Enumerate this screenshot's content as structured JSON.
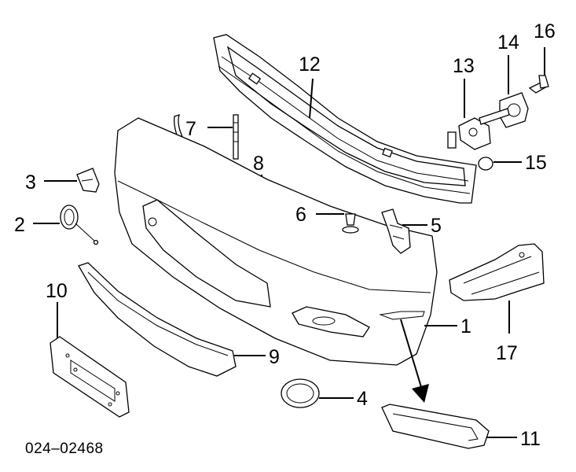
{
  "diagram": {
    "reference_number": "024–02468",
    "callouts": {
      "c1": "1",
      "c2": "2",
      "c3": "3",
      "c4": "4",
      "c5": "5",
      "c6": "6",
      "c7": "7",
      "c8": "8",
      "c9": "9",
      "c10": "10",
      "c11": "11",
      "c12": "12",
      "c13": "13",
      "c14": "14",
      "c15": "15",
      "c16": "16",
      "c17": "17"
    }
  }
}
